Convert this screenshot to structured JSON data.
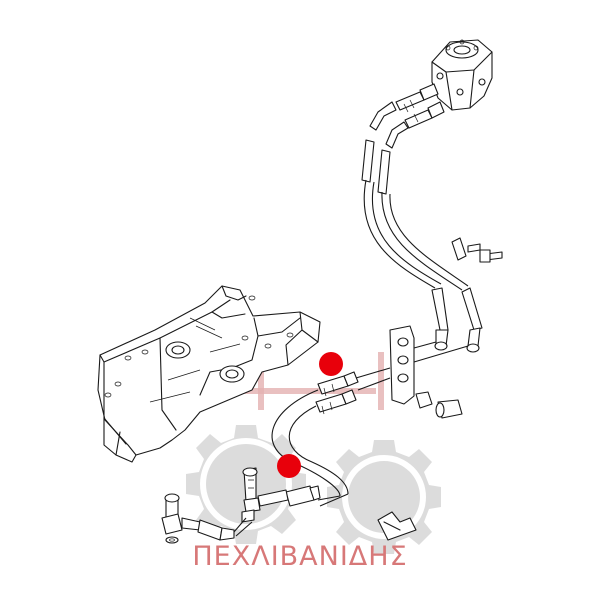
{
  "watermark": {
    "text": "ΠΕΧΛΙΒΑΝΙΔΗΣ",
    "color": "#d77878"
  },
  "colors": {
    "marker": "#e8000b",
    "gear": "#d9d9d9",
    "line": "#1a1a1a"
  },
  "markers": [
    {
      "name": "upper-hose-marker"
    },
    {
      "name": "lower-hose-marker"
    }
  ]
}
